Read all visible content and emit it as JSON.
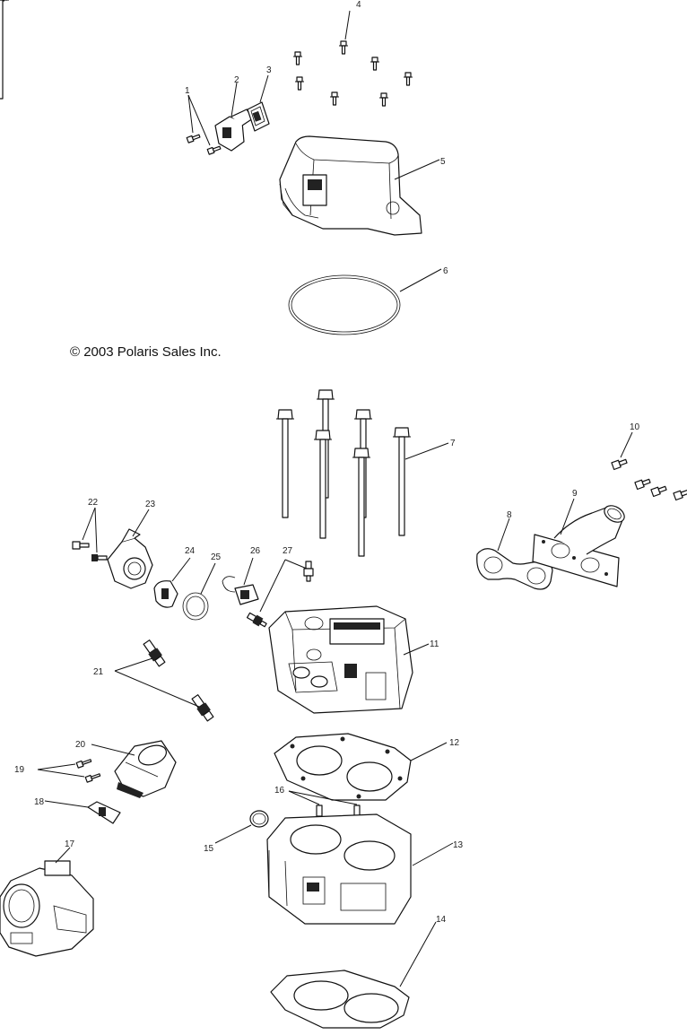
{
  "copyright": "© 2003 Polaris Sales Inc.",
  "callouts": [
    "1",
    "2",
    "3",
    "4",
    "5",
    "6",
    "7",
    "8",
    "9",
    "10",
    "11",
    "12",
    "13",
    "14",
    "15",
    "16",
    "17",
    "18",
    "19",
    "20",
    "21",
    "22",
    "23",
    "24",
    "25",
    "26",
    "27"
  ],
  "parts": [
    {
      "ref": "1",
      "icon": "bolt"
    },
    {
      "ref": "2",
      "icon": "temp-switch"
    },
    {
      "ref": "3",
      "icon": "gasket"
    },
    {
      "ref": "4",
      "icon": "bolt"
    },
    {
      "ref": "5",
      "icon": "cylinder-head-cover"
    },
    {
      "ref": "6",
      "icon": "o-ring"
    },
    {
      "ref": "7",
      "icon": "head-bolt"
    },
    {
      "ref": "8",
      "icon": "exhaust-gasket"
    },
    {
      "ref": "9",
      "icon": "exhaust-manifold"
    },
    {
      "ref": "10",
      "icon": "bolt"
    },
    {
      "ref": "11",
      "icon": "cylinder-head"
    },
    {
      "ref": "12",
      "icon": "head-gasket"
    },
    {
      "ref": "13",
      "icon": "cylinder"
    },
    {
      "ref": "14",
      "icon": "base-gasket"
    },
    {
      "ref": "15",
      "icon": "plug"
    },
    {
      "ref": "16",
      "icon": "dowel-pin"
    },
    {
      "ref": "17",
      "icon": "throttle-body"
    },
    {
      "ref": "18",
      "icon": "sensor"
    },
    {
      "ref": "19",
      "icon": "screw"
    },
    {
      "ref": "20",
      "icon": "intake-adapter"
    },
    {
      "ref": "21",
      "icon": "spark-plug"
    },
    {
      "ref": "22",
      "icon": "bolt"
    },
    {
      "ref": "23",
      "icon": "thermostat-housing"
    },
    {
      "ref": "24",
      "icon": "thermostat"
    },
    {
      "ref": "25",
      "icon": "o-ring"
    },
    {
      "ref": "26",
      "icon": "temp-sensor"
    },
    {
      "ref": "27",
      "icon": "fitting"
    }
  ]
}
